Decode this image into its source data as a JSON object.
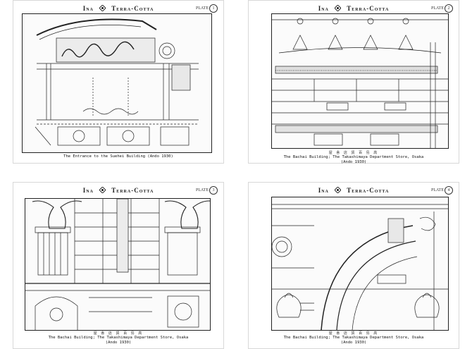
{
  "header": {
    "left": "Ina",
    "right": "Terra-Cotta",
    "plate_label": "PLATE"
  },
  "plates": [
    {
      "plate_no": "1",
      "jp_label": "",
      "caption_1": "The Entrance to the Suehei Building (Ando 1930)",
      "caption_2": ""
    },
    {
      "plate_no": "2",
      "jp_label": "屋 舎 店 貨 百 島 高",
      "caption_1": "The Bachai Building; The Takashimaya Department Store, Osaka",
      "caption_2": "(Ando 1930)"
    },
    {
      "plate_no": "3",
      "jp_label": "屋 舎 店 貨 百 島 高",
      "caption_1": "The Bachai Building; The Takashimaya Department Store, Osaka",
      "caption_2": "(Ando 1930)"
    },
    {
      "plate_no": "4",
      "jp_label": "屋 舎 店 貨 百 島 高",
      "caption_1": "The Bachai Building; The Takashimaya Department Store, Osaka",
      "caption_2": "(Ando 1930)"
    }
  ]
}
